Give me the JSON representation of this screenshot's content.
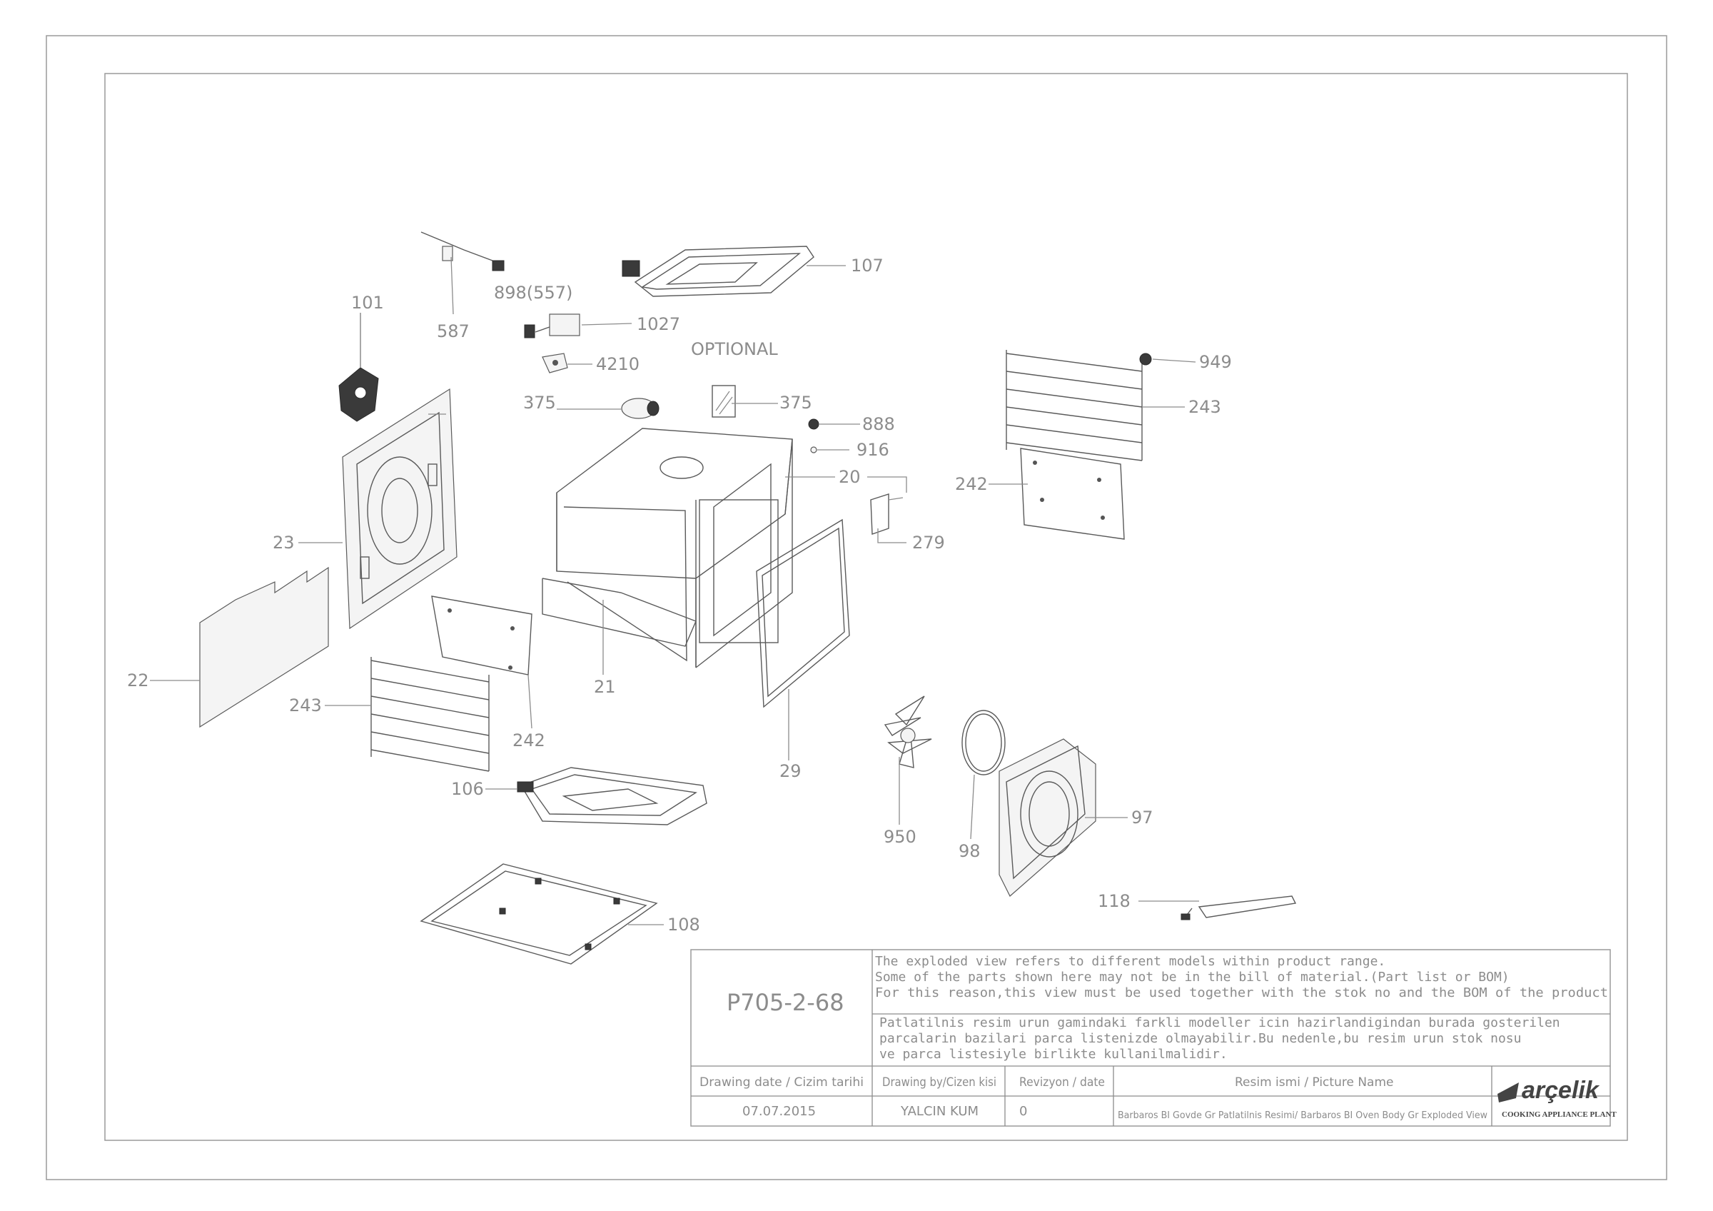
{
  "drawing": {
    "code": "P705-2-68",
    "optional_label": "OPTIONAL",
    "notes_en": [
      "The exploded view refers to different models within product range.",
      "Some of the parts shown here may not be in the bill of material.(Part list or BOM)",
      "For this reason,this view must be used together with the stok no and the BOM of the product"
    ],
    "notes_tr": [
      "Patlatilnis resim urun gamindaki farkli modeller icin hazirlandigindan burada gosterilen",
      "parcalarin bazilari parca listenizde olmayabilir.Bu nedenle,bu resim urun stok nosu",
      "ve parca listesiyle birlikte kullanilmalidir."
    ]
  },
  "title_block": {
    "date_header": "Drawing date / Cizim tarihi",
    "date_value": "07.07.2015",
    "by_header": "Drawing by/Cizen kisi",
    "by_value": "YALCIN KUM",
    "rev_header": "Revizyon / date",
    "rev_value": "0",
    "name_header": "Resim ismi / Picture Name",
    "name_value": "Barbaros BI Govde Gr Patlatilnis Resimi/ Barbaros BI Oven Body Gr Exploded View",
    "logo_text": "arçelik",
    "plant_text": "COOKING APPLIANCE PLANT"
  },
  "callouts": {
    "c101": "101",
    "c587": "587",
    "c898": "898(557)",
    "c1027": "1027",
    "c4210": "4210",
    "c107": "107",
    "c375a": "375",
    "c375b": "375",
    "c888": "888",
    "c916": "916",
    "c20": "20",
    "c279": "279",
    "c949": "949",
    "c243a": "243",
    "c242a": "242",
    "c23": "23",
    "c22": "22",
    "c243b": "243",
    "c242b": "242",
    "c21": "21",
    "c29": "29",
    "c106": "106",
    "c950": "950",
    "c98": "98",
    "c97": "97",
    "c118": "118",
    "c108": "108"
  }
}
